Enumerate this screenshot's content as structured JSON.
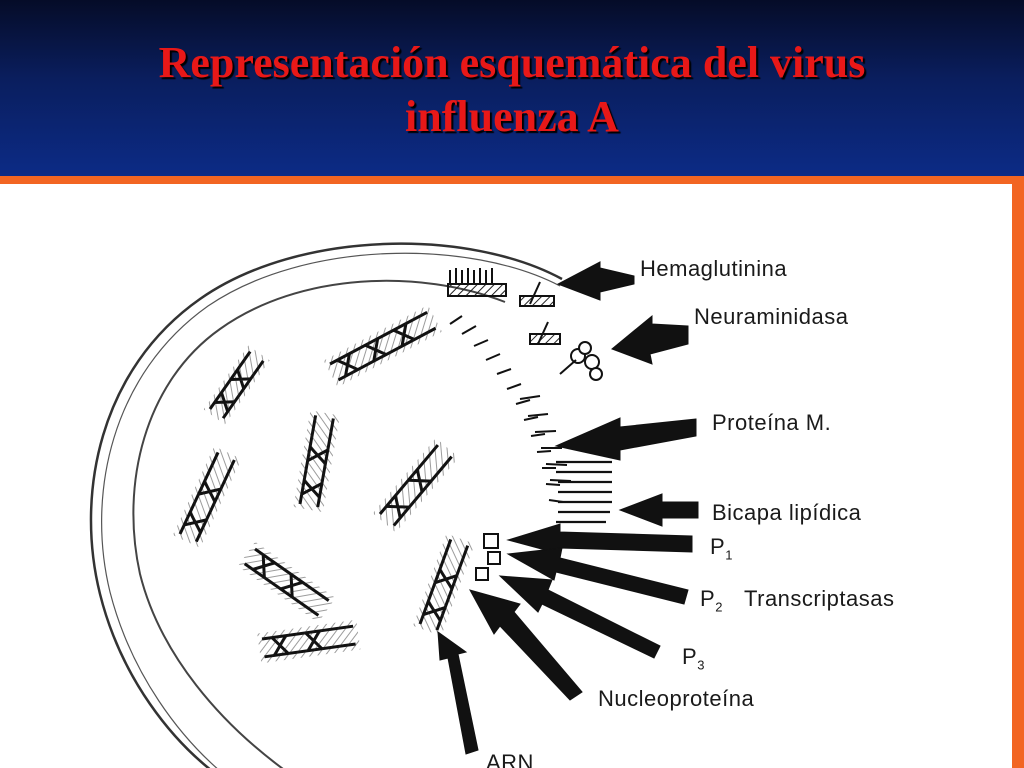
{
  "slide": {
    "title_line1": "Representación esquemática del virus",
    "title_line2": "influenza A"
  },
  "diagram": {
    "labels": {
      "hemaglutinina": "Hemaglutinina",
      "neuraminidasa": "Neuraminidasa",
      "proteina_m": "Proteína M.",
      "bicapa_lipidica": "Bicapa lipídica",
      "p1": "P",
      "p1_sub": "1",
      "p2": "P",
      "p2_sub": "2",
      "transcriptasas": "Transcriptasas",
      "p3": "P",
      "p3_sub": "3",
      "nucleoproteina": "Nucleoproteína",
      "arn": "ARN"
    }
  },
  "colors": {
    "title": "#e81818",
    "header_top": "#050c28",
    "header_bottom": "#0c2b86",
    "accent": "#f26522",
    "figure_bg": "#ffffff",
    "ink": "#1a1a1a"
  }
}
